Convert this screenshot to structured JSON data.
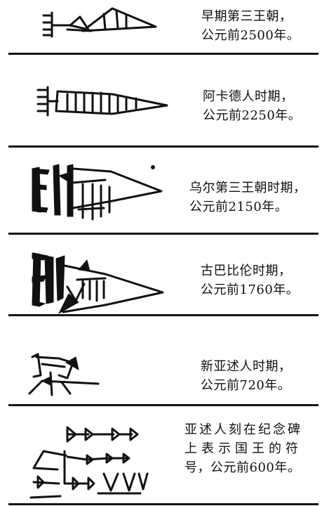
{
  "entries": [
    {
      "glyph": "early-dynastic-iii-sign-icon",
      "line1": "早期第三王朝，",
      "line2": "公元前2500年。"
    },
    {
      "glyph": "akkadian-sign-icon",
      "line1": "阿卡德人时期，",
      "line2": "公元前2250年。"
    },
    {
      "glyph": "ur-iii-sign-icon",
      "line1": "乌尔第三王朝时期，",
      "line2": "公元前2150年。"
    },
    {
      "glyph": "old-babylonian-sign-icon",
      "line1": "古巴比伦时期，",
      "line2": "公元前1760年。"
    },
    {
      "glyph": "neo-assyrian-sign-icon",
      "line1": "新亚述人时期，",
      "line2": "公元前720年。"
    },
    {
      "glyph": "assyrian-monument-sign-icon",
      "line1": "亚述人刻在纪念碑",
      "line2": "上表示国王的符",
      "line3": "号，公元前600年。"
    }
  ]
}
